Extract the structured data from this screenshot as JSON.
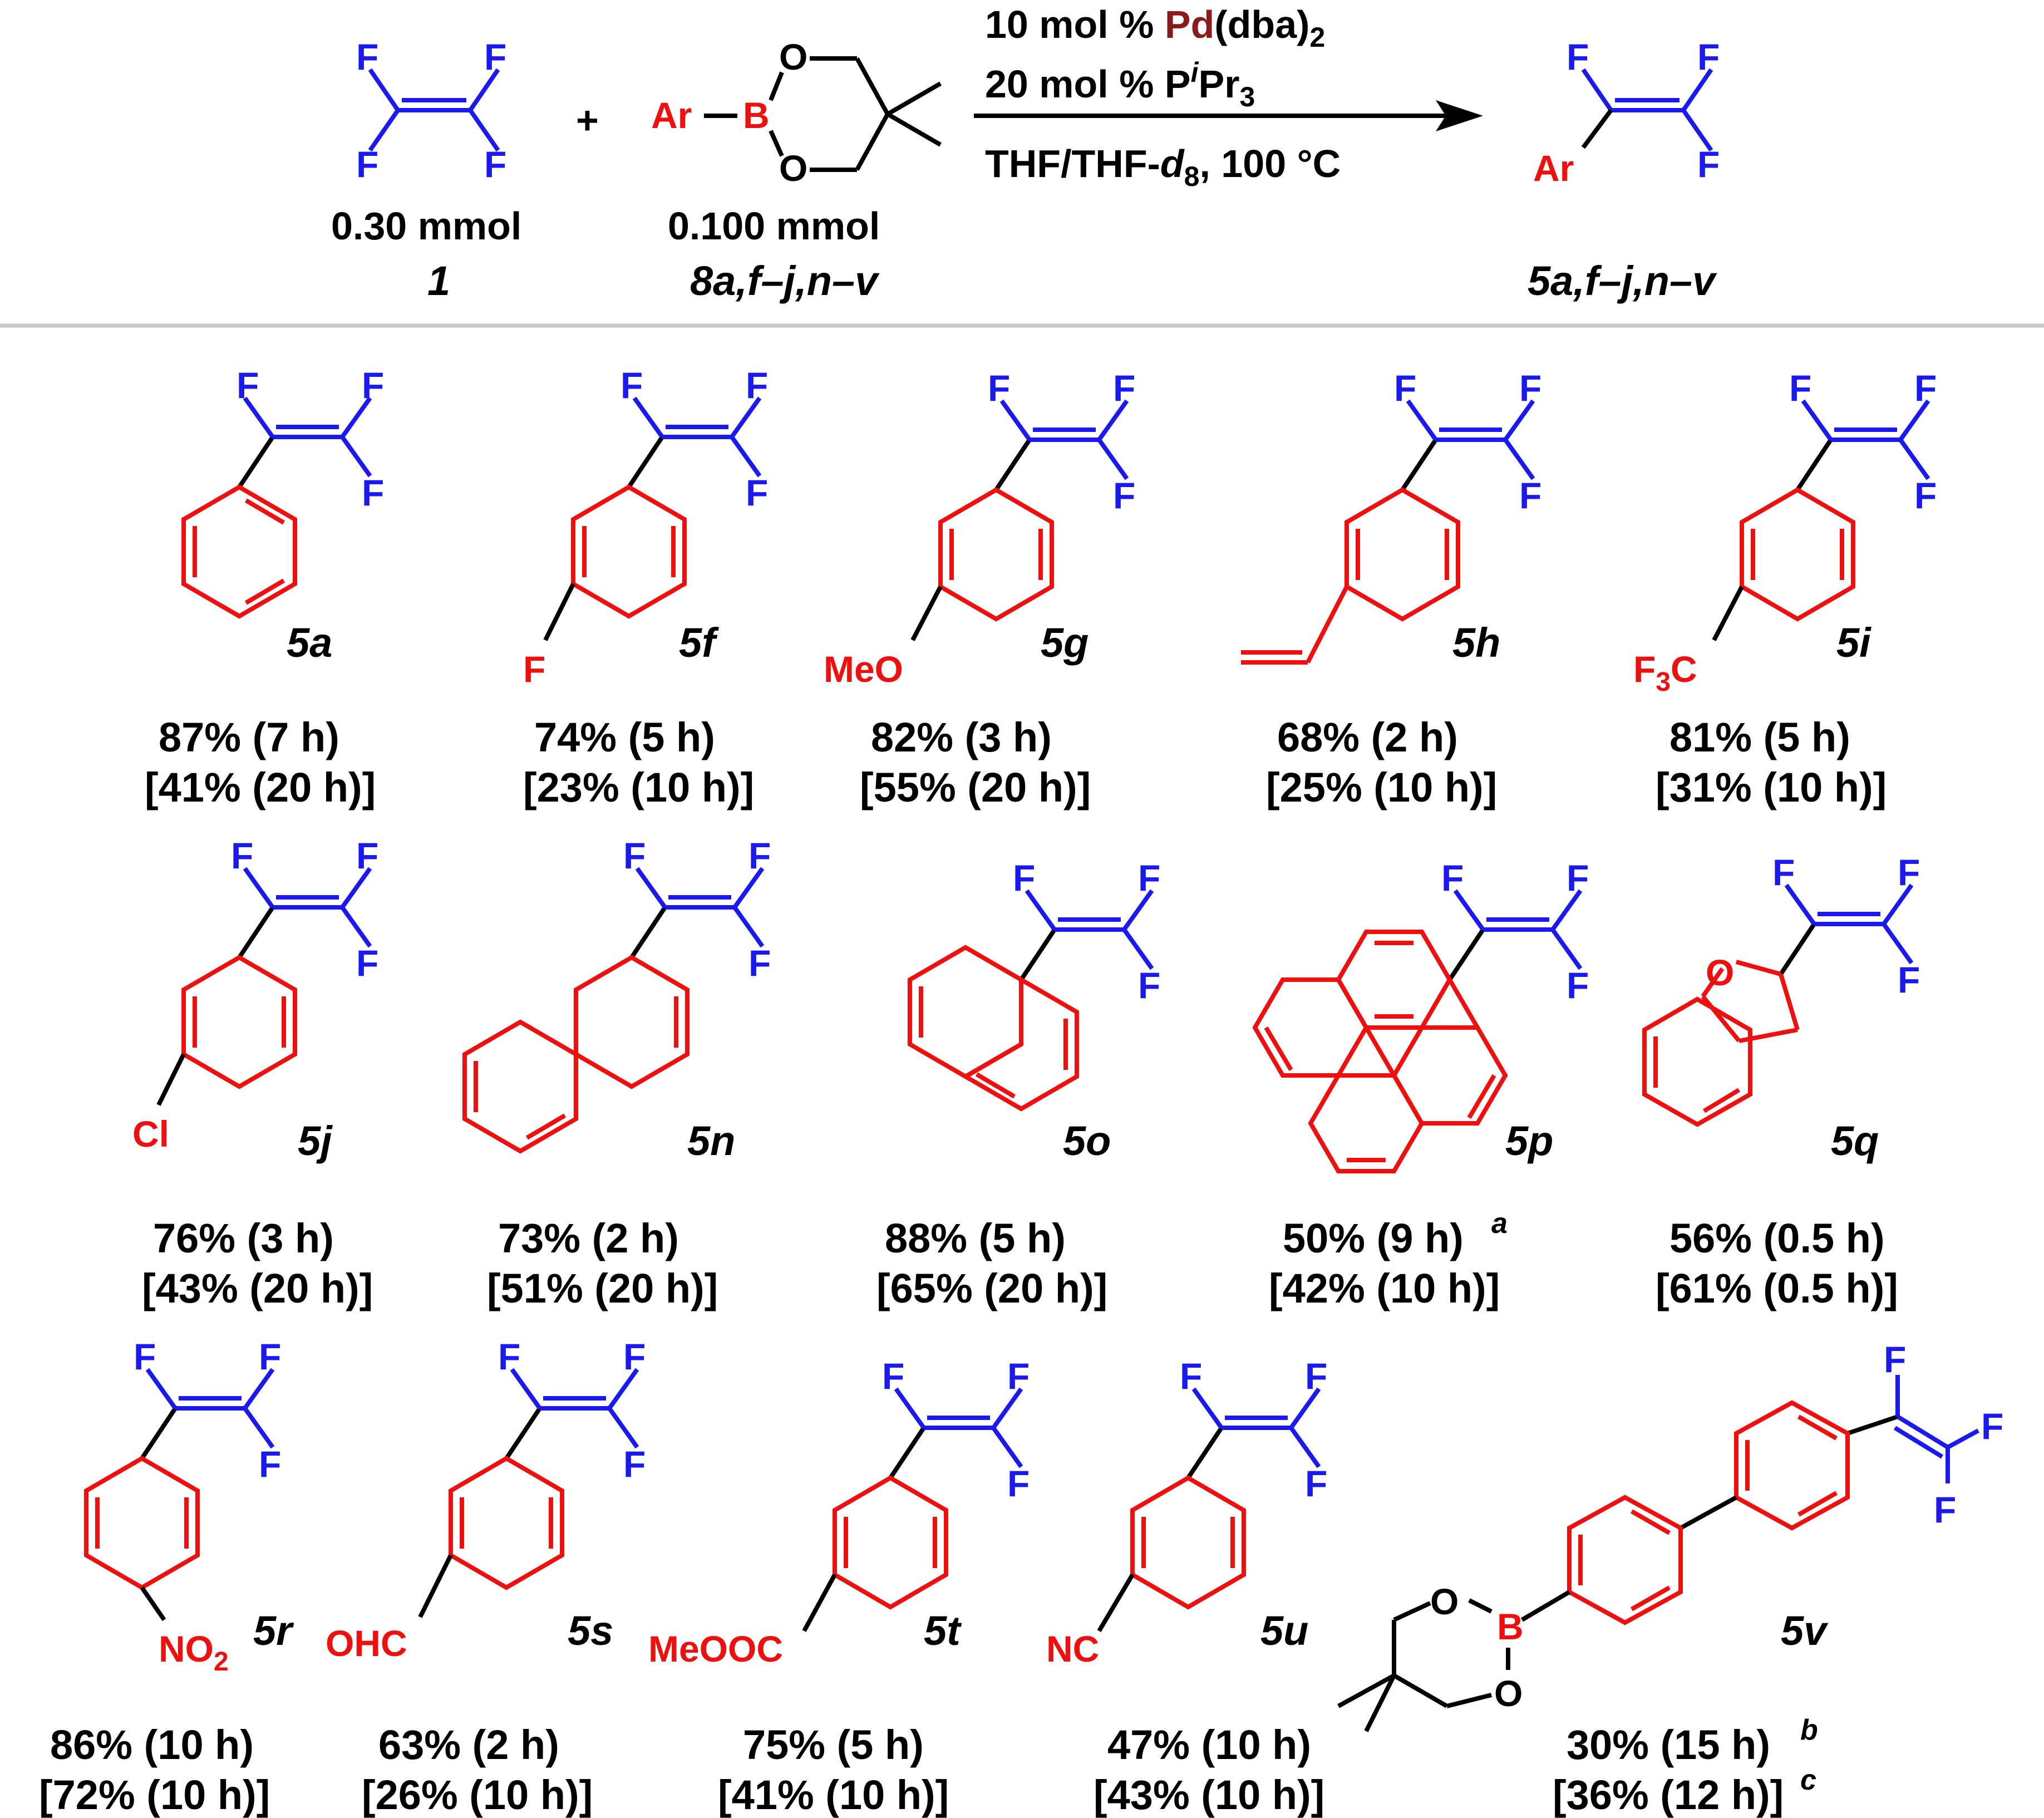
{
  "scheme": {
    "reactant1_atoms": [
      "F",
      "F",
      "F",
      "F"
    ],
    "plus": "+",
    "reactant1_amount": "0.30 mmol",
    "reactant1_label": "1",
    "reactant2_atoms": {
      "ar": "Ar",
      "b": "B",
      "o1": "O",
      "o2": "O"
    },
    "reactant2_amount": "0.100 mmol",
    "reactant2_label": "8a,f–j,n–v",
    "cond1_a": "10 mol % ",
    "cond1_pd": "Pd",
    "cond1_b": "(dba)",
    "cond1_sub": "2",
    "cond2_a": "20 mol % P",
    "cond2_sup": "i",
    "cond2_b": "Pr",
    "cond2_sub": "3",
    "cond3_a": "THF/THF-",
    "cond3_d": "d",
    "cond3_sub": "8",
    "cond3_b": ", 100 °C",
    "product_atoms": {
      "f1": "F",
      "f2": "F",
      "f3": "F",
      "ar": "Ar"
    },
    "product_label": "5a,f–j,n–v"
  },
  "compounds": [
    {
      "id": "5a",
      "yield": "87% (7 h)",
      "alt": "[41% (20 h)]"
    },
    {
      "id": "5f",
      "yield": "74% (5 h)",
      "alt": "[23% (10 h)]",
      "sub": "F"
    },
    {
      "id": "5g",
      "yield": "82% (3 h)",
      "alt": "[55% (20 h)]",
      "sub": "MeO"
    },
    {
      "id": "5h",
      "yield": "68% (2 h)",
      "alt": "[25% (10 h)]"
    },
    {
      "id": "5i",
      "yield": "81% (5 h)",
      "alt": "[31% (10 h)]",
      "sub_a": "F",
      "sub_sub": "3",
      "sub_b": "C"
    },
    {
      "id": "5j",
      "yield": "76% (3 h)",
      "alt": "[43% (20 h)]",
      "sub": "Cl"
    },
    {
      "id": "5n",
      "yield": "73% (2 h)",
      "alt": "[51% (20 h)]"
    },
    {
      "id": "5o",
      "yield": "88% (5 h)",
      "alt": "[65% (20 h)]"
    },
    {
      "id": "5p",
      "yield": "50% (9 h)",
      "note": "a",
      "alt": "[42% (10 h)]"
    },
    {
      "id": "5q",
      "yield": "56% (0.5 h)",
      "alt": "[61% (0.5 h)]",
      "sub": "O"
    },
    {
      "id": "5r",
      "yield": "86% (10 h)",
      "alt": "[72% (10 h)]",
      "sub_a": "NO",
      "sub_sub": "2"
    },
    {
      "id": "5s",
      "yield": "63% (2 h)",
      "alt": "[26% (10 h)]",
      "sub": "OHC"
    },
    {
      "id": "5t",
      "yield": "75% (5 h)",
      "alt": "[41% (10 h)]",
      "sub": "MeOOC"
    },
    {
      "id": "5u",
      "yield": "47% (10 h)",
      "alt": "[43% (10 h)]",
      "sub": "NC"
    },
    {
      "id": "5v",
      "yield": "30% (15 h)",
      "note": "b",
      "alt": "[36% (12 h)]",
      "note2": "c",
      "b_atoms": {
        "o1": "O",
        "b": "B",
        "o2": "O"
      }
    }
  ],
  "fluorine": "F",
  "colors": {
    "vinyl": "#1a1aee",
    "aryl": "#ee0f0f",
    "divider": "#c8c8c8",
    "text": "#000000",
    "pd": "#8b1a1a"
  }
}
